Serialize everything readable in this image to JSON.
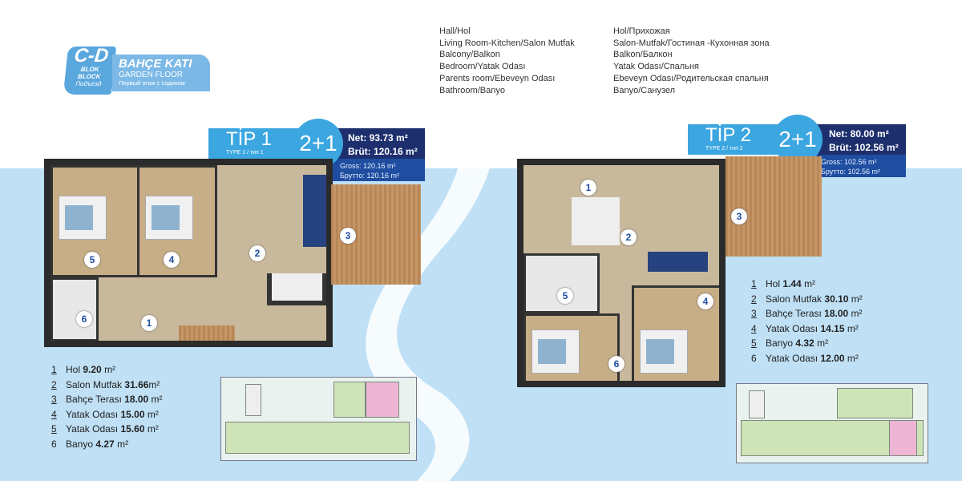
{
  "header": {
    "block": "C-D",
    "block_tr": "BLOK",
    "block_en": "BLOCK",
    "block_ru": "Подъезд",
    "floor_tr": "BAHÇE KATI",
    "floor_en": "GARDEN FLOOR",
    "floor_ru": "Первый этаж с садиком"
  },
  "legend_en": [
    "Hall/Hol",
    "Living Room-Kitchen/Salon Mutfak",
    "Balcony/Balkon",
    "Bedroom/Yatak Odası",
    "Parents room/Ebeveyn Odası",
    "Bathroom/Banyo"
  ],
  "legend_ru": [
    "Hol/Прихожая",
    "Salon-Mutfak/Гостиная -Кухонная зона",
    "Balkon/Балкон",
    "Yatak Odası/Спальня",
    "Ebeveyn Odası/Родительская спальня",
    "Banyo/Санузел"
  ],
  "types": [
    {
      "name": "TİP 1",
      "sub": "TYPE 1 / тип 1",
      "rooms_badge": "2+1",
      "net": "Net: 93.73 m²",
      "brut": "Brüt: 120.16 m²",
      "gross": "Gross: 120.16 m²",
      "brutto": "Брутто: 120.16 m²",
      "rooms": [
        {
          "n": "1",
          "name": "Hol",
          "area": "9.20"
        },
        {
          "n": "2",
          "name": "Salon Mutfak",
          "area": "31.66"
        },
        {
          "n": "3",
          "name": "Bahçe Terası",
          "area": "18.00"
        },
        {
          "n": "4",
          "name": "Yatak Odası",
          "area": "15.00"
        },
        {
          "n": "5",
          "name": "Yatak Odası",
          "area": "15.60"
        },
        {
          "n": "6",
          "name": "Banyo",
          "area": "4.27"
        }
      ]
    },
    {
      "name": "TİP 2",
      "sub": "TYPE 2 / тип 2",
      "rooms_badge": "2+1",
      "net": "Net: 80.00 m²",
      "brut": "Brüt: 102.56 m²",
      "gross": "Gross: 102.56 m²",
      "brutto": "Брутто: 102.56 m²",
      "rooms": [
        {
          "n": "1",
          "name": "Hol",
          "area": "1.44"
        },
        {
          "n": "2",
          "name": "Salon Mutfak",
          "area": "30.10"
        },
        {
          "n": "3",
          "name": "Bahçe Terası",
          "area": "18.00"
        },
        {
          "n": "4",
          "name": "Yatak Odası",
          "area": "14.15"
        },
        {
          "n": "5",
          "name": "Banyo",
          "area": "4.32"
        },
        {
          "n": "6",
          "name": "Yatak Odası",
          "area": "12.00"
        }
      ]
    }
  ],
  "unit": "m²",
  "colors": {
    "accent": "#3ba6e0",
    "navy": "#1e2f6e",
    "bg_blue": "#bfe0f5"
  }
}
